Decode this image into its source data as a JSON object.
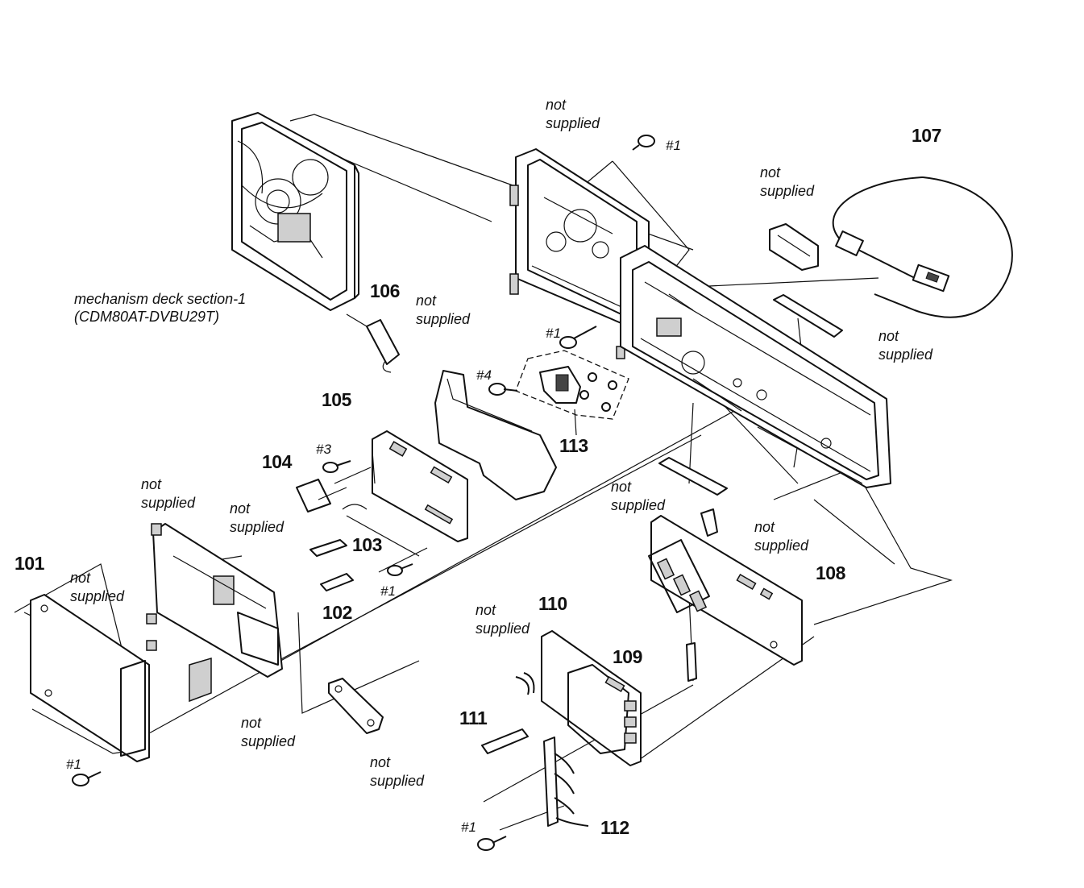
{
  "not_supplied": {
    "line1": "not",
    "line2": "supplied"
  },
  "mechanism_deck": {
    "line1": "mechanism deck section-1",
    "line2": "(CDM80AT-DVBU29T)"
  },
  "part_numbers": {
    "p101": "101",
    "p102": "102",
    "p103": "103",
    "p104": "104",
    "p105": "105",
    "p106": "106",
    "p107": "107",
    "p108": "108",
    "p109": "109",
    "p110": "110",
    "p111": "111",
    "p112": "112",
    "p113": "113"
  },
  "screws": {
    "s1": "#1",
    "s3": "#3",
    "s4": "#4"
  }
}
